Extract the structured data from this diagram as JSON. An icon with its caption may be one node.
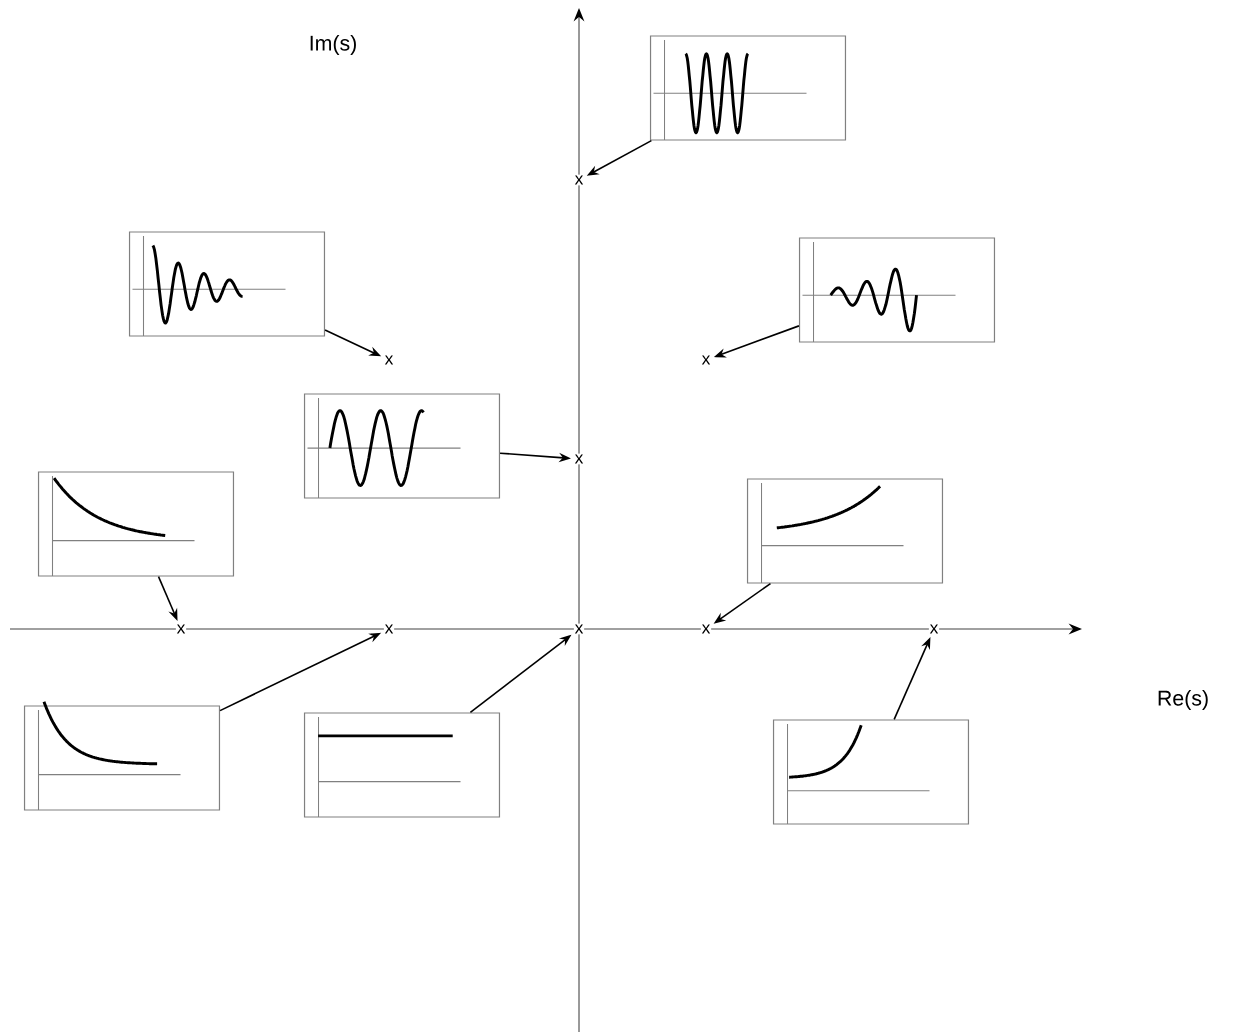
{
  "diagram": {
    "nodes": [
      {
        "text": [],
        "shape": "picture"
      },
      {
        "text": [
          "x"
        ]
      },
      {
        "text": [],
        "shape": "picture"
      },
      {
        "text": [],
        "shape": "picture"
      },
      {
        "text": [
          "x"
        ]
      },
      {
        "text": [
          "x"
        ]
      },
      {
        "text": [],
        "shape": "picture"
      },
      {
        "text": [
          "x"
        ]
      },
      {
        "text": [],
        "shape": "picture"
      },
      {
        "text": [],
        "shape": "picture"
      },
      {
        "text": [
          "x"
        ]
      },
      {
        "text": [
          "x"
        ]
      },
      {
        "text": [
          "x"
        ]
      },
      {
        "text": [
          "x"
        ]
      },
      {
        "text": [
          "x"
        ]
      },
      {
        "text": [],
        "shape": "picture"
      },
      {
        "text": [],
        "shape": "picture"
      },
      {
        "text": [],
        "shape": "picture"
      }
    ],
    "edges": [
      {
        "from": 0,
        "to": 1,
        "arrow": "to"
      },
      {
        "from": 2,
        "to": 4,
        "arrow": "to"
      },
      {
        "from": 3,
        "to": 5,
        "arrow": "to"
      },
      {
        "from": 6,
        "to": 7,
        "arrow": "to"
      },
      {
        "from": 8,
        "to": 10,
        "arrow": "to"
      },
      {
        "from": 9,
        "to": 13,
        "arrow": "to"
      },
      {
        "from": 15,
        "to": 11,
        "arrow": "to"
      },
      {
        "from": 16,
        "to": 12,
        "arrow": "to"
      },
      {
        "from": 17,
        "to": 14,
        "arrow": "to"
      }
    ],
    "labels": [
      "Im(s)",
      "Re(s)"
    ]
  }
}
